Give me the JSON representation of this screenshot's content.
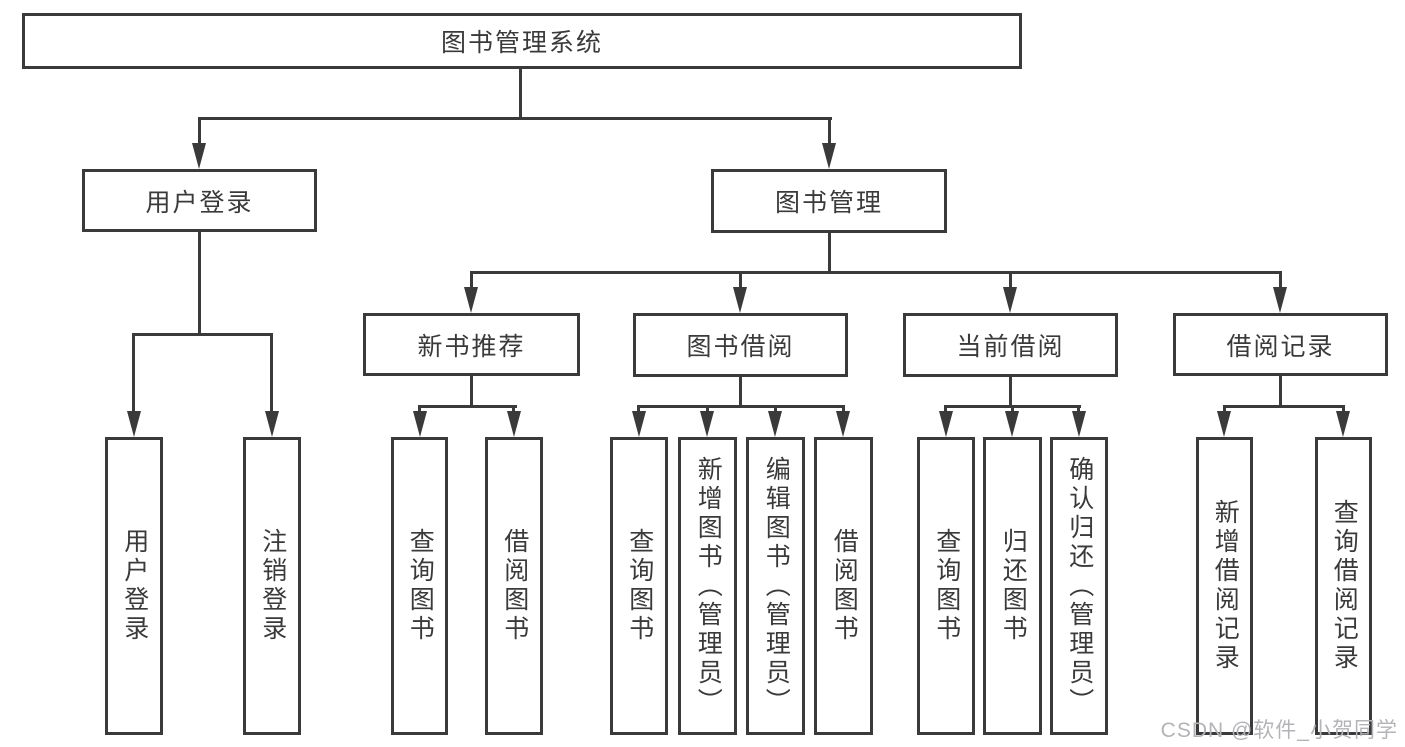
{
  "tree": {
    "label": "图书管理系统",
    "children": [
      {
        "label": "用户登录",
        "children": [
          {
            "label": "用户登录"
          },
          {
            "label": "注销登录"
          }
        ]
      },
      {
        "label": "图书管理",
        "children": [
          {
            "label": "新书推荐",
            "children": [
              {
                "label": "查询图书"
              },
              {
                "label": "借阅图书"
              }
            ]
          },
          {
            "label": "图书借阅",
            "children": [
              {
                "label": "查询图书"
              },
              {
                "label": "新增图书（管理员）"
              },
              {
                "label": "编辑图书（管理员）"
              },
              {
                "label": "借阅图书"
              }
            ]
          },
          {
            "label": "当前借阅",
            "children": [
              {
                "label": "查询图书"
              },
              {
                "label": "归还图书"
              },
              {
                "label": "确认归还（管理员）"
              }
            ]
          },
          {
            "label": "借阅记录",
            "children": [
              {
                "label": "新增借阅记录"
              },
              {
                "label": "查询借阅记录"
              }
            ]
          }
        ]
      }
    ]
  },
  "watermark": "CSDN @软件_小贺同学",
  "colors": {
    "line": "#3a3a3a",
    "text": "#3a3a3a",
    "watermark_text": "#b4b4b8",
    "background": "#ffffff"
  }
}
